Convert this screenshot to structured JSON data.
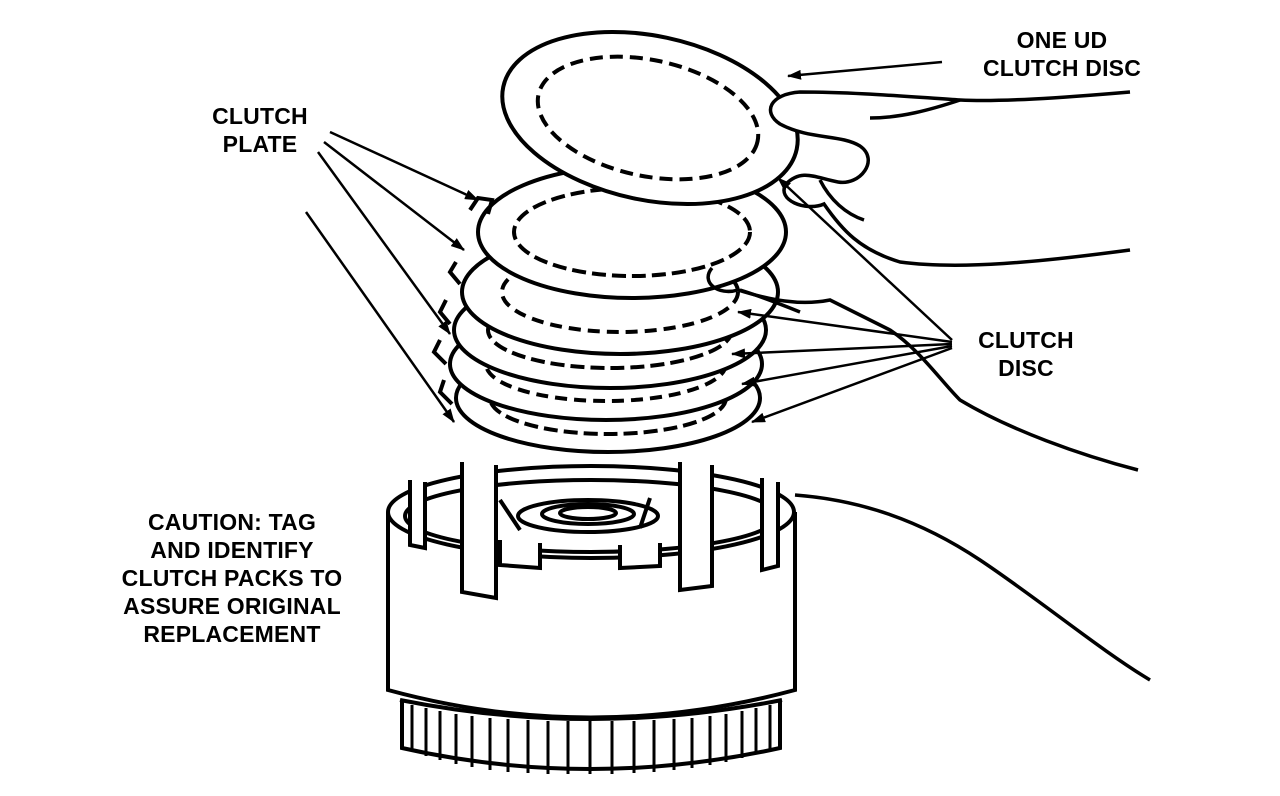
{
  "labels": {
    "one_ud_clutch_disc": [
      "ONE UD",
      "CLUTCH DISC"
    ],
    "clutch_plate": [
      "CLUTCH",
      "PLATE"
    ],
    "clutch_disc": [
      "CLUTCH",
      "DISC"
    ],
    "caution": [
      "CAUTION: TAG",
      "AND IDENTIFY",
      "CLUTCH PACKS TO",
      "ASSURE ORIGINAL",
      "REPLACEMENT"
    ]
  },
  "colors": {
    "ink": "#000000",
    "paper": "#ffffff"
  }
}
